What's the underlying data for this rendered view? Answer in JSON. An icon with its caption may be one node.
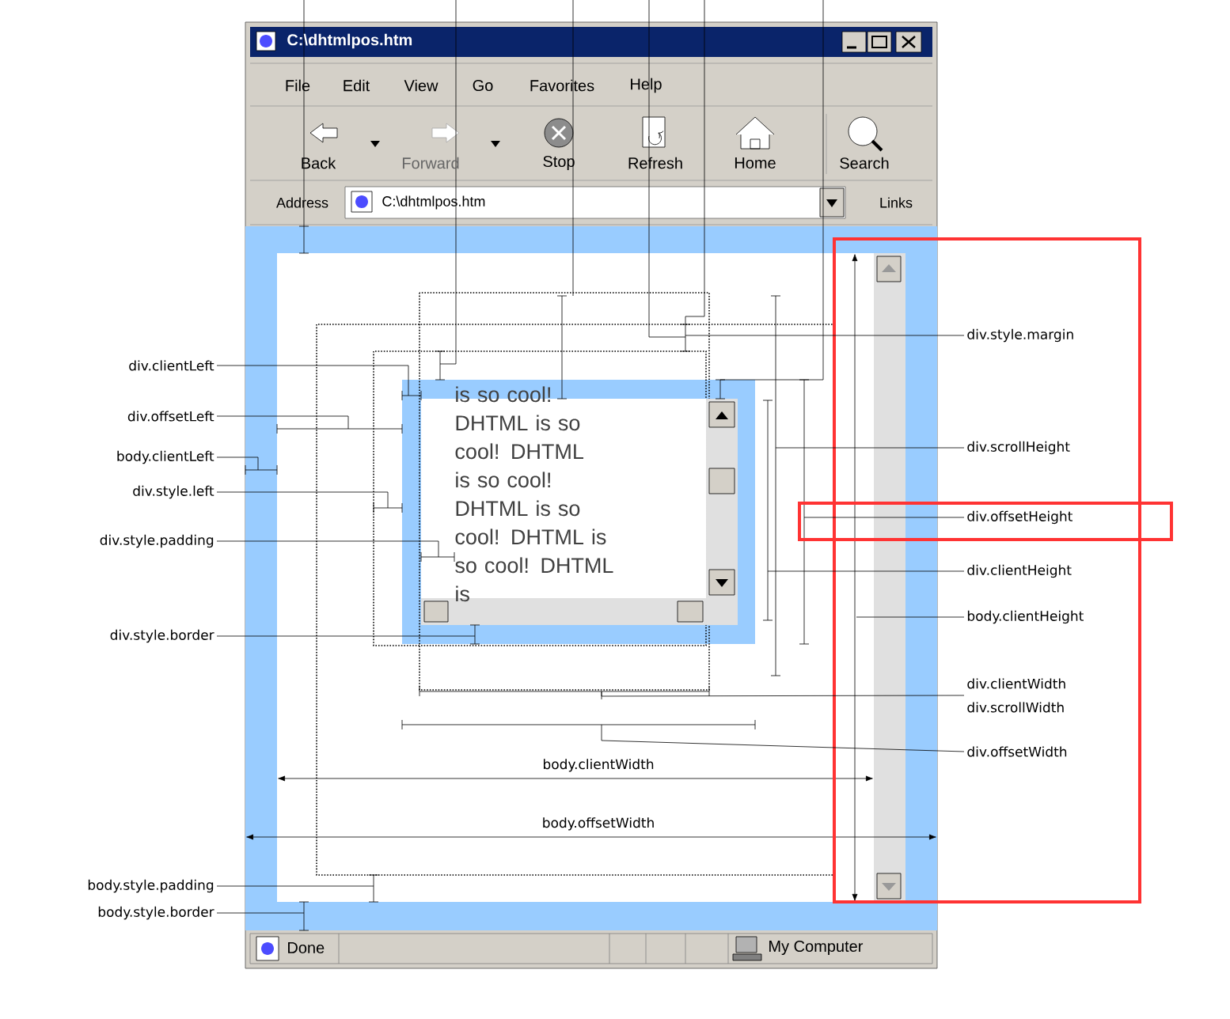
{
  "diagram": {
    "nodes": [
      {
        "text": [
          "div.clientLeft"
        ]
      },
      {
        "text": [
          "div.offsetLeft"
        ]
      },
      {
        "text": [
          "body.clientLeft"
        ]
      },
      {
        "text": [
          "div.style.left"
        ]
      },
      {
        "text": [
          "div.style.padding"
        ]
      },
      {
        "text": [
          "div.style.border"
        ]
      },
      {
        "text": [
          "body.style.padding"
        ]
      },
      {
        "text": [
          "body.style.border"
        ]
      },
      {
        "text": [
          "div.style.margin"
        ]
      },
      {
        "text": [
          "div.scrollHeight"
        ]
      },
      {
        "text": [
          "div.offsetHeight"
        ]
      },
      {
        "text": [
          "div.clientHeight"
        ]
      },
      {
        "text": [
          "body.clientHeight"
        ]
      },
      {
        "text": [
          "div.clientWidth"
        ]
      },
      {
        "text": [
          "div.scrollWidth"
        ]
      },
      {
        "text": [
          "div.offsetWidth"
        ]
      },
      {
        "text": [],
        "shape": "box"
      },
      {
        "text": [],
        "shape": "box",
        "in": 16
      }
    ],
    "edges": [
      {
        "from": 0,
        "to": 17,
        "arrow": "none"
      },
      {
        "from": 1,
        "to": null,
        "arrow": "none"
      },
      {
        "from": 2,
        "to": 16,
        "arrow": "none"
      },
      {
        "from": 3,
        "to": 17,
        "arrow": "none"
      },
      {
        "from": 4,
        "to": 17,
        "arrow": "none"
      },
      {
        "from": 5,
        "to": 17,
        "arrow": "none"
      },
      {
        "from": 6,
        "to": null,
        "arrow": "none"
      },
      {
        "from": 7,
        "to": 16,
        "arrow": "none"
      },
      {
        "from": 8,
        "to": null,
        "arrow": "none"
      },
      {
        "from": 9,
        "to": null,
        "arrow": "none"
      },
      {
        "from": 10,
        "to": null,
        "arrow": "none"
      },
      {
        "from": 11,
        "to": 17,
        "arrow": "none"
      },
      {
        "from": 12,
        "to": 16,
        "arrow": "none"
      },
      {
        "from": 13,
        "to": null,
        "arrow": "none"
      },
      {
        "from": 14,
        "to": null,
        "arrow": "none"
      },
      {
        "from": 15,
        "to": null,
        "arrow": "none"
      }
    ],
    "labels": [
      "C:\\dhtmlpos.htm",
      "File",
      "Edit",
      "View",
      "Go",
      "Favorites",
      "Help",
      "Back",
      "Forward",
      "Stop",
      "Refresh",
      "Home",
      "Search",
      "Address",
      "C:\\dhtmlpos.htm",
      "Links",
      "is so cool! DHTML is so cool! DHTML is so cool! DHTML is so cool! DHTML is so cool! DHTML is",
      "body.clientWidth",
      "body.offsetWidth",
      "Done",
      "My Computer"
    ]
  }
}
